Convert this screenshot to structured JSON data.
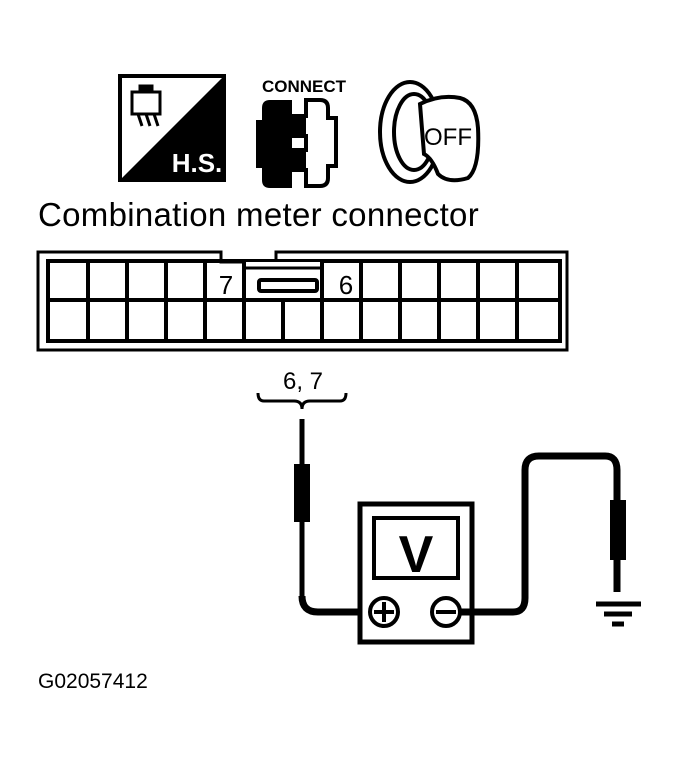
{
  "icons": {
    "harness_icon": {
      "name": "harness-sign-icon",
      "label": "H.S."
    },
    "connect_icon": {
      "name": "connect-icon",
      "label": "CONNECT"
    },
    "ignition_icon": {
      "name": "ignition-off-icon",
      "label": "OFF"
    }
  },
  "connector": {
    "title": "Combination meter connector",
    "top_row_labels": {
      "left_pin": "7",
      "right_pin": "6"
    },
    "rows": 2,
    "columns_per_row": 13
  },
  "probe": {
    "terminals_label": "6, 7"
  },
  "meter": {
    "display": "V",
    "positive_terminal": "+",
    "negative_terminal": "−"
  },
  "figure_code": "G02057412",
  "colors": {
    "ink": "#000000",
    "background": "#ffffff"
  }
}
